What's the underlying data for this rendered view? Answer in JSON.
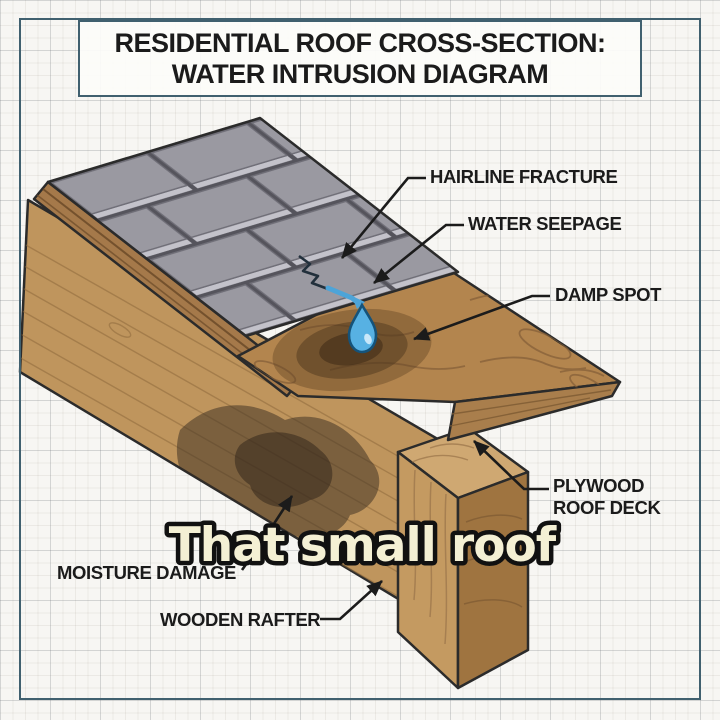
{
  "title": {
    "line1": "RESIDENTIAL ROOF CROSS-SECTION:",
    "line2": "WATER INTRUSION DIAGRAM"
  },
  "diagram": {
    "subject": "isometric roof cross-section with water leak",
    "annotations": [
      {
        "id": "hairline-fracture",
        "label": "HAIRLINE FRACTURE"
      },
      {
        "id": "water-seepage",
        "label": "WATER SEEPAGE"
      },
      {
        "id": "damp-spot",
        "label": "DAMP SPOT"
      },
      {
        "id": "plywood-roof-deck",
        "lines": [
          "PLYWOOD",
          "ROOF DECK"
        ]
      },
      {
        "id": "moisture-damage",
        "label": "MOISTURE DAMAGE"
      },
      {
        "id": "wooden-rafter",
        "label": "WOODEN RAFTER"
      }
    ],
    "icons": [
      "water-drop-icon"
    ]
  },
  "caption": {
    "text": "That small roof"
  },
  "colors": {
    "bg": "#f7f6f3",
    "frame": "#40606f",
    "label": "#1b1b1b",
    "shingle": "#9a99a1",
    "shingleedge": "#c3c2ca",
    "shinglegap": "#55545c",
    "plywood": "#b3854e",
    "plywoodside": "#a97e4c",
    "grain": "#86603a",
    "edgestrip": "#a5794a",
    "rafter": "#bf955d",
    "beamfront": "#c49a61",
    "beamside": "#9f7440",
    "beamtop": "#cfa872",
    "water": "#57b1e3",
    "waterdark": "#15537a",
    "capfill": "#f4f0d4",
    "capstroke": "#111111"
  }
}
